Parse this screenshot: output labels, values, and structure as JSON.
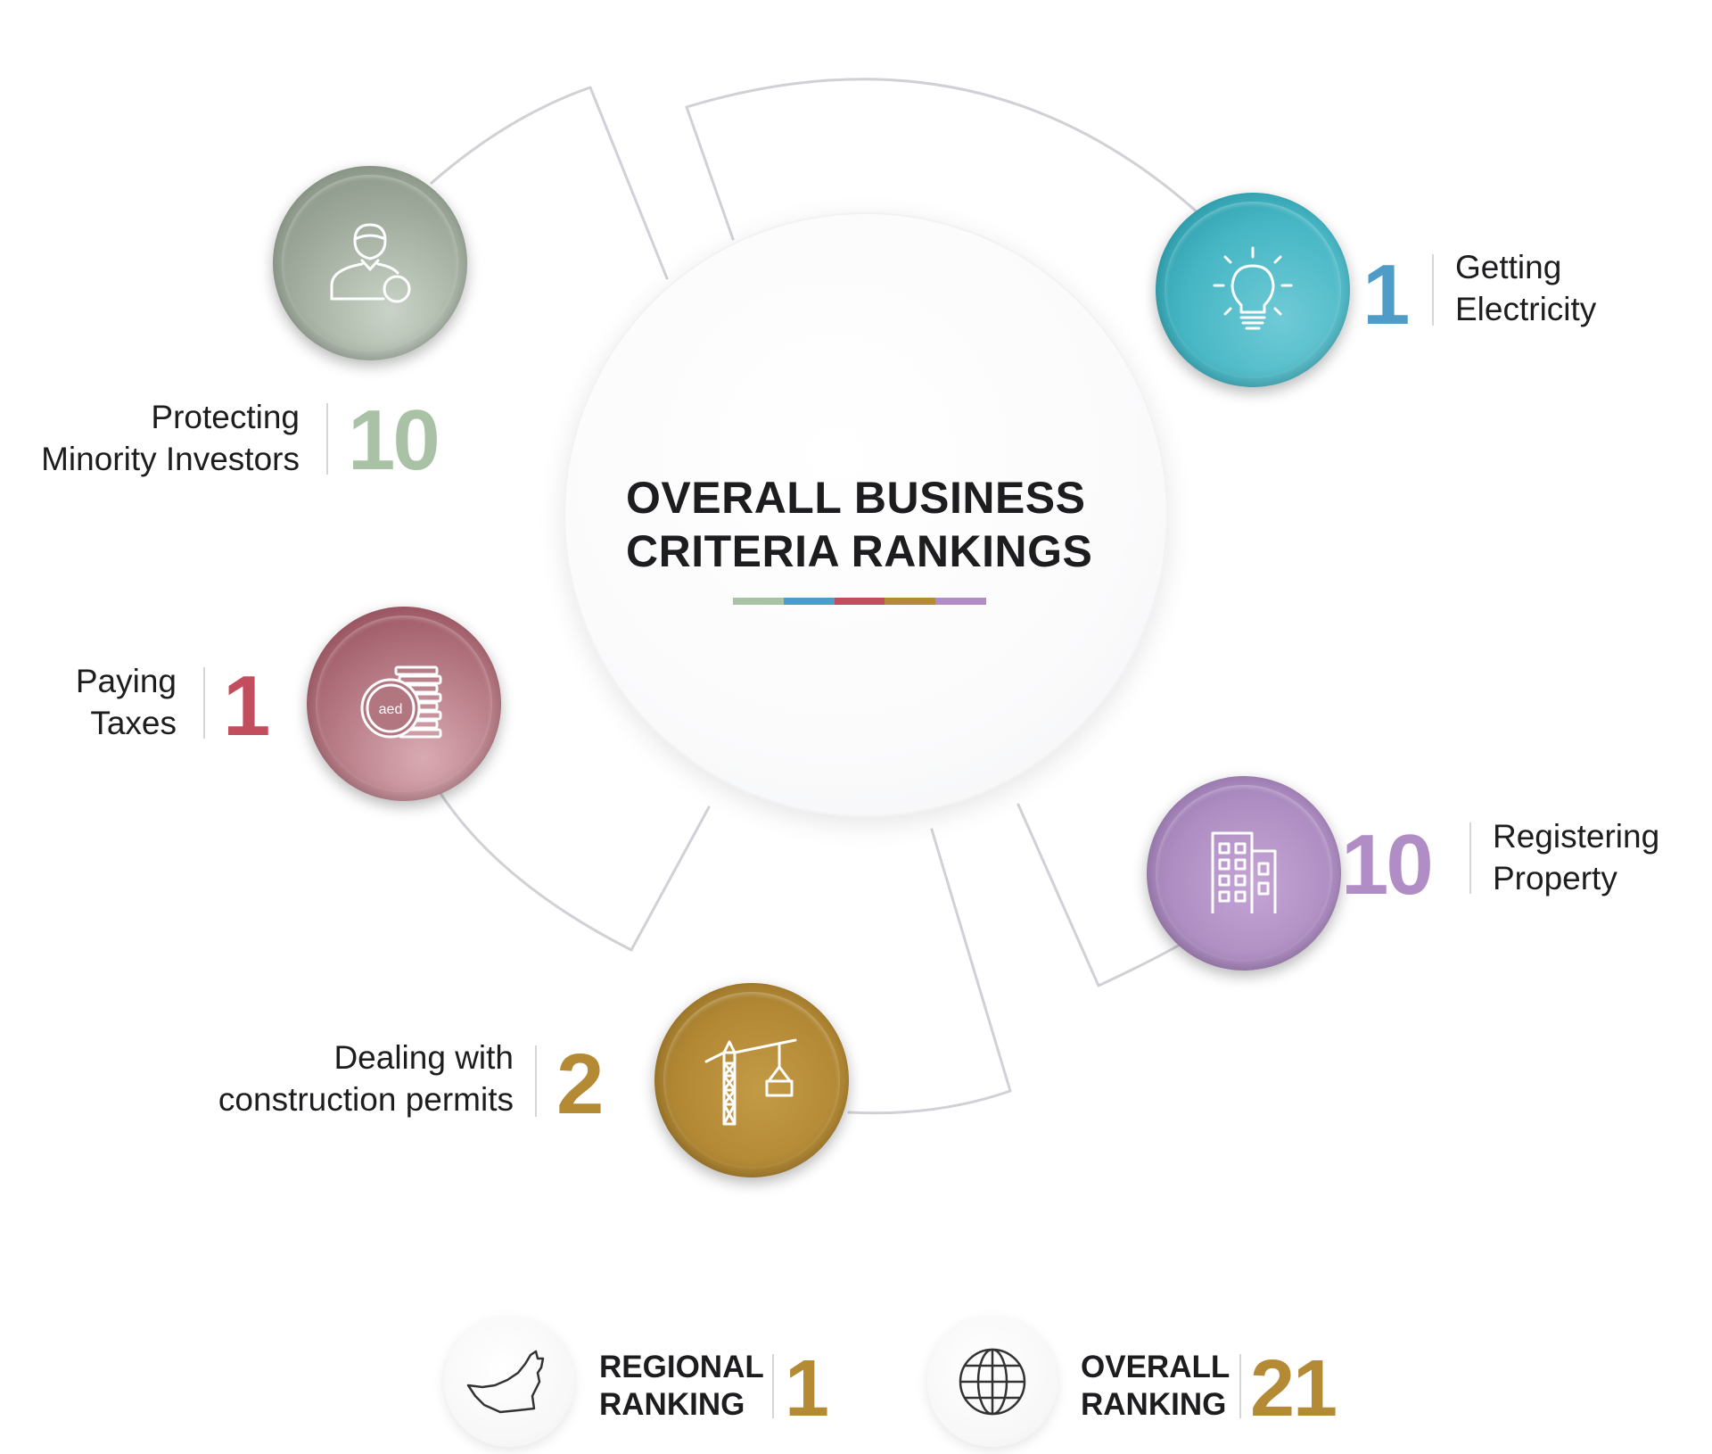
{
  "title": {
    "line1": "OVERALL BUSINESS",
    "line2": "CRITERIA RANKINGS"
  },
  "color_bar": [
    "#a9c2a5",
    "#4f9cc9",
    "#c14d5d",
    "#b48a35",
    "#b08ec5"
  ],
  "criteria": {
    "protecting": {
      "line1": "Protecting",
      "line2": "Minority Investors",
      "rank": "10",
      "color": "#a9c2a5",
      "icon": "investor-icon"
    },
    "electricity": {
      "line1": "Getting",
      "line2": "Electricity",
      "rank": "1",
      "color": "#4f9cc9",
      "icon": "lightbulb-icon"
    },
    "taxes": {
      "line1": "Paying",
      "line2": "Taxes",
      "rank": "1",
      "color": "#c14d5d",
      "icon": "coins-icon",
      "icon_text": "aed"
    },
    "property": {
      "line1": "Registering",
      "line2": "Property",
      "rank": "10",
      "color": "#b08ec5",
      "icon": "building-icon"
    },
    "construction": {
      "line1": "Dealing with",
      "line2": "construction permits",
      "rank": "2",
      "color": "#b48a35",
      "icon": "crane-icon"
    }
  },
  "regional": {
    "line1": "REGIONAL",
    "line2": "RANKING",
    "rank": "1",
    "icon": "uae-map-icon"
  },
  "overall": {
    "line1": "OVERALL",
    "line2": "RANKING",
    "rank": "21",
    "icon": "globe-icon"
  }
}
